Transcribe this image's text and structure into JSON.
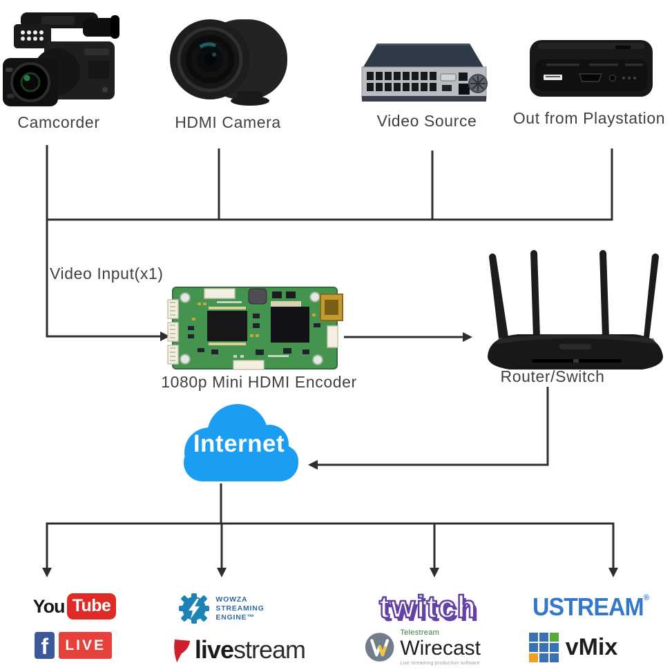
{
  "sources": [
    {
      "label": "Camcorder"
    },
    {
      "label": "HDMI Camera"
    },
    {
      "label": "Video Source"
    },
    {
      "label": "Out from Playstation"
    }
  ],
  "flow": {
    "video_input": "Video Input(x1)",
    "encoder": "1080p Mini HDMI Encoder",
    "router": "Router/Switch",
    "internet": "Internet"
  },
  "destinations": {
    "youtube": {
      "part1": "You",
      "part2": "Tube"
    },
    "facebook_live": {
      "icon_letter": "f",
      "label": "LIVE"
    },
    "wowza": {
      "line1": "WOWZA",
      "line2": "STREAMING",
      "line3": "ENGINE™"
    },
    "livestream": {
      "part1": "live",
      "part2": "stream"
    },
    "twitch": {
      "label": "twitch"
    },
    "ustream": {
      "label": "USTREAM",
      "mark": "®"
    },
    "wirecast": {
      "brand": "Telestream",
      "name": "Wirecast",
      "tagline": "Live streaming production software"
    },
    "vmix": {
      "label": "vMix"
    }
  },
  "colors": {
    "connector_line": "#2e2e2e",
    "label_text": "#3f3f3f",
    "internet_cloud_blue": "#1b9ef2",
    "youtube_red": "#df2b26",
    "facebook_blue": "#3b5998",
    "facebook_live_red": "#e6413b",
    "wowza_icon_blue": "#1d82b5",
    "wowza_text_blue": "#2d6a9f",
    "livestream_red": "#cf1f2f",
    "twitch_purple": "#6441a5",
    "ustream_blue": "#3478c8",
    "wirecast_gray": "#727d8c",
    "telestream_green": "#3e7a3b",
    "vmix_blue": "#3a71b5",
    "vmix_green": "#56a839",
    "vmix_orange": "#f0a01e",
    "pcb_green": "#44934e"
  }
}
